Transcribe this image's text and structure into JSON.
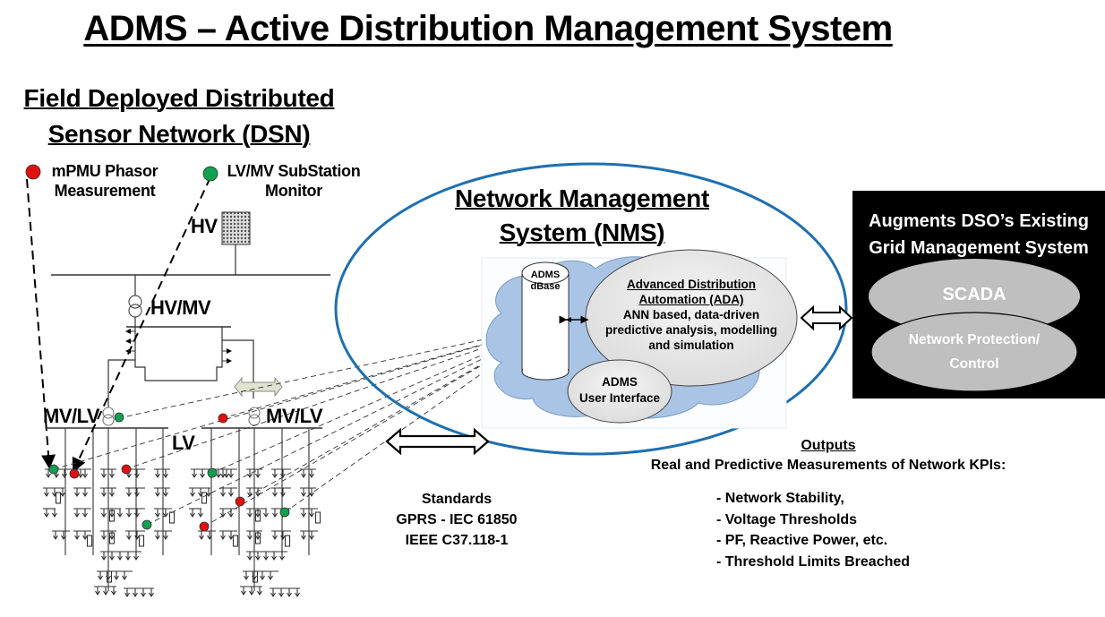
{
  "title": "ADMS – Active Distribution Management System",
  "dsn": {
    "title_line1": "Field Deployed Distributed",
    "title_line2": "Sensor Network (DSN)",
    "legend": [
      {
        "label_line1": "mPMU Phasor",
        "label_line2": "Measurement",
        "marker_color": "#e01010",
        "icon": "red-sensor-dot"
      },
      {
        "label_line1": "LV/MV SubStation",
        "label_line2": "Monitor",
        "marker_color": "#10a050",
        "icon": "green-sensor-dot"
      }
    ],
    "labels": {
      "hv": "HV",
      "hv_mv": "HV/MV",
      "mv_lv_left": "MV/LV",
      "mv_lv_right": "MV/LV",
      "lv": "LV"
    }
  },
  "nms": {
    "title_line1": "Network Management",
    "title_line2": "System (NMS)",
    "outline_color": "#1f6fb0",
    "cloud_color": "#a9c4e4",
    "dbase_line1": "ADMS",
    "dbase_line2": "dBase",
    "ada_title_line1": "Advanced Distribution",
    "ada_title_line2": "Automation (ADA)",
    "ada_desc_line1": "ANN based, data-driven",
    "ada_desc_line2": "predictive analysis, modelling",
    "ada_desc_line3": "and simulation",
    "ui_line1": "ADMS",
    "ui_line2": "User Interface"
  },
  "dso": {
    "title_line1": "Augments DSO’s Existing",
    "title_line2": "Grid Management System",
    "scada": "SCADA",
    "protection_line1": "Network Protection/",
    "protection_line2": "Control"
  },
  "standards": {
    "heading": "Standards",
    "line1": "GPRS -  IEC 61850",
    "line2": "IEEE C37.118-1"
  },
  "outputs": {
    "heading": "Outputs",
    "subheading": "Real and Predictive Measurements of Network KPIs:",
    "items": [
      "- Network Stability,",
      "- Voltage Thresholds",
      "- PF, Reactive Power, etc.",
      "- Threshold Limits Breached"
    ]
  }
}
